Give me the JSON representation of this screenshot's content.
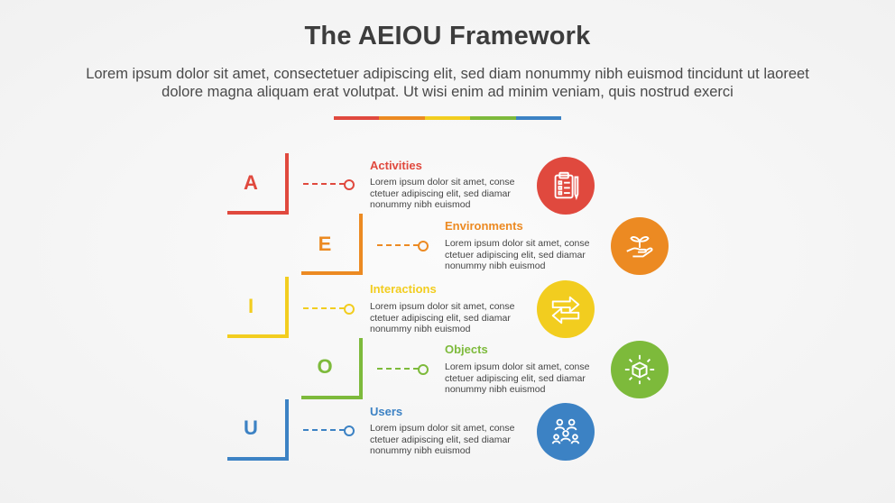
{
  "title": "The AEIOU Framework",
  "subtitle": "Lorem ipsum dolor sit amet, consectetuer adipiscing elit, sed diam nonummy nibh euismod tincidunt ut laoreet dolore magna aliquam erat volutpat. Ut wisi enim ad minim veniam, quis nostrud exerci",
  "colors": {
    "red": "#e0493e",
    "orange": "#ec8a22",
    "yellow": "#f2cd1f",
    "green": "#7dba3b",
    "blue": "#3c82c4"
  },
  "items": [
    {
      "letter": "A",
      "heading": "Activities",
      "text": "Lorem ipsum dolor sit amet, conse ctetuer adipiscing elit, sed diamar nonummy nibh euismod",
      "icon": "clipboard-icon",
      "color": "#e0493e"
    },
    {
      "letter": "E",
      "heading": "Environments",
      "text": "Lorem ipsum dolor sit amet, conse ctetuer adipiscing elit, sed diamar nonummy nibh euismod",
      "icon": "plant-in-hand-icon",
      "color": "#ec8a22"
    },
    {
      "letter": "I",
      "heading": "Interactions",
      "text": "Lorem ipsum dolor sit amet, conse ctetuer adipiscing elit, sed diamar nonummy nibh euismod",
      "icon": "exchange-arrows-icon",
      "color": "#f2cd1f"
    },
    {
      "letter": "O",
      "heading": "Objects",
      "text": "Lorem ipsum dolor sit amet, conse ctetuer adipiscing elit, sed diamar nonummy nibh euismod",
      "icon": "box-icon",
      "color": "#7dba3b"
    },
    {
      "letter": "U",
      "heading": "Users",
      "text": "Lorem ipsum dolor sit amet, conse ctetuer adipiscing elit, sed diamar nonummy nibh euismod",
      "icon": "users-group-icon",
      "color": "#3c82c4"
    }
  ]
}
